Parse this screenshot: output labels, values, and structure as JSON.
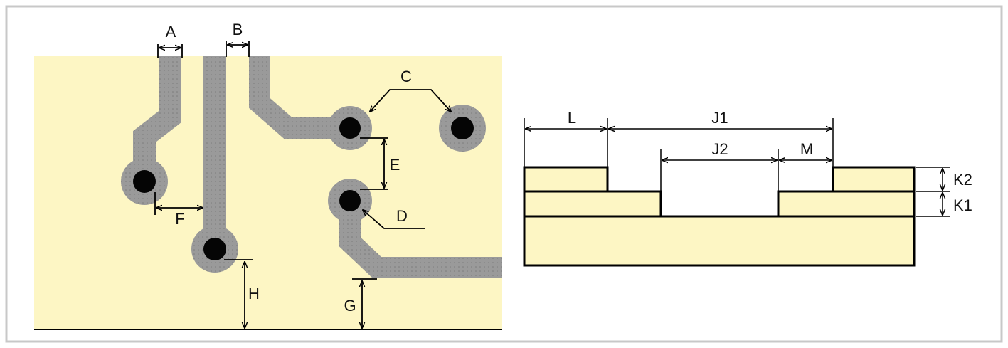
{
  "colors": {
    "frame_border": "#c8c8c8",
    "board": "#fdf6c4",
    "trace": "#9a9a9a",
    "hole": "#050505",
    "layer_fill": "#fdf6c4",
    "line": "#000000"
  },
  "pcb": {
    "labels": {
      "a": "A",
      "b": "B",
      "c": "C",
      "d": "D",
      "e": "E",
      "f": "F",
      "g": "G",
      "h": "H"
    }
  },
  "cross_section": {
    "labels": {
      "l": "L",
      "j1": "J1",
      "j2": "J2",
      "m": "M",
      "k1": "K1",
      "k2": "K2"
    }
  }
}
